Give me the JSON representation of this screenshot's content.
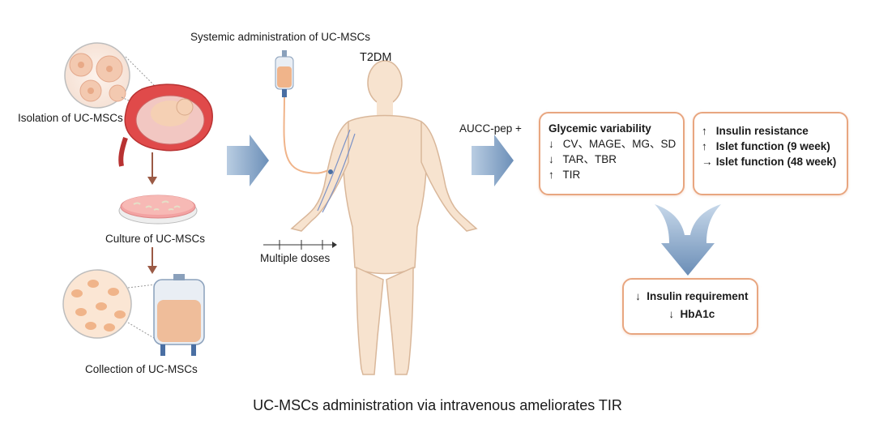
{
  "labels": {
    "isolation": "Isolation of UC-MSCs",
    "culture": "Culture of UC-MSCs",
    "collection": "Collection of UC-MSCs",
    "systemic": "Systemic administration of UC-MSCs",
    "t2dm": "T2DM",
    "doses": "Multiple doses",
    "aucc": "AUCC-pep +",
    "caption": "UC-MSCs administration via intravenous ameliorates TIR"
  },
  "glycemic_box": {
    "title": "Glycemic variability",
    "rows": [
      {
        "arrow": "↓",
        "text": "CV、MAGE、MG、SD"
      },
      {
        "arrow": "↓",
        "text": "TAR、TBR"
      },
      {
        "arrow": "↑",
        "text": "TIR"
      }
    ]
  },
  "insulin_box": {
    "rows": [
      {
        "arrow": "↑",
        "text": "Insulin resistance"
      },
      {
        "arrow": "↑",
        "text": "Islet function (9 week)"
      },
      {
        "arrow": "→",
        "text": "Islet function (48 week)"
      }
    ]
  },
  "outcome_box": {
    "rows": [
      {
        "arrow": "↓",
        "text": "Insulin requirement"
      },
      {
        "arrow": "↓",
        "text": "HbA1c"
      }
    ]
  },
  "colors": {
    "box_border": "#e8a680",
    "big_arrow": "#7b9cc2",
    "small_arrow": "#9b5a45",
    "skin": "#f7e3cf",
    "skin_stroke": "#d9b79a",
    "cell_pink": "#f1b9a6",
    "bag_fluid": "#f0b48a"
  }
}
